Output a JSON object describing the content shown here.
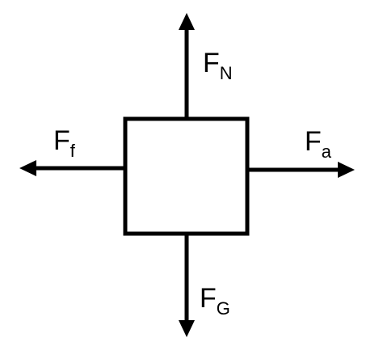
{
  "diagram": {
    "type": "free-body-diagram",
    "colors": {
      "stroke": "#000000",
      "background": "#ffffff"
    },
    "forces": {
      "normal": {
        "symbol": "F",
        "subscript": "N",
        "direction": "up"
      },
      "gravity": {
        "symbol": "F",
        "subscript": "G",
        "direction": "down"
      },
      "friction": {
        "symbol": "F",
        "subscript": "f",
        "direction": "left"
      },
      "applied": {
        "symbol": "F",
        "subscript": "a",
        "direction": "right"
      }
    }
  }
}
